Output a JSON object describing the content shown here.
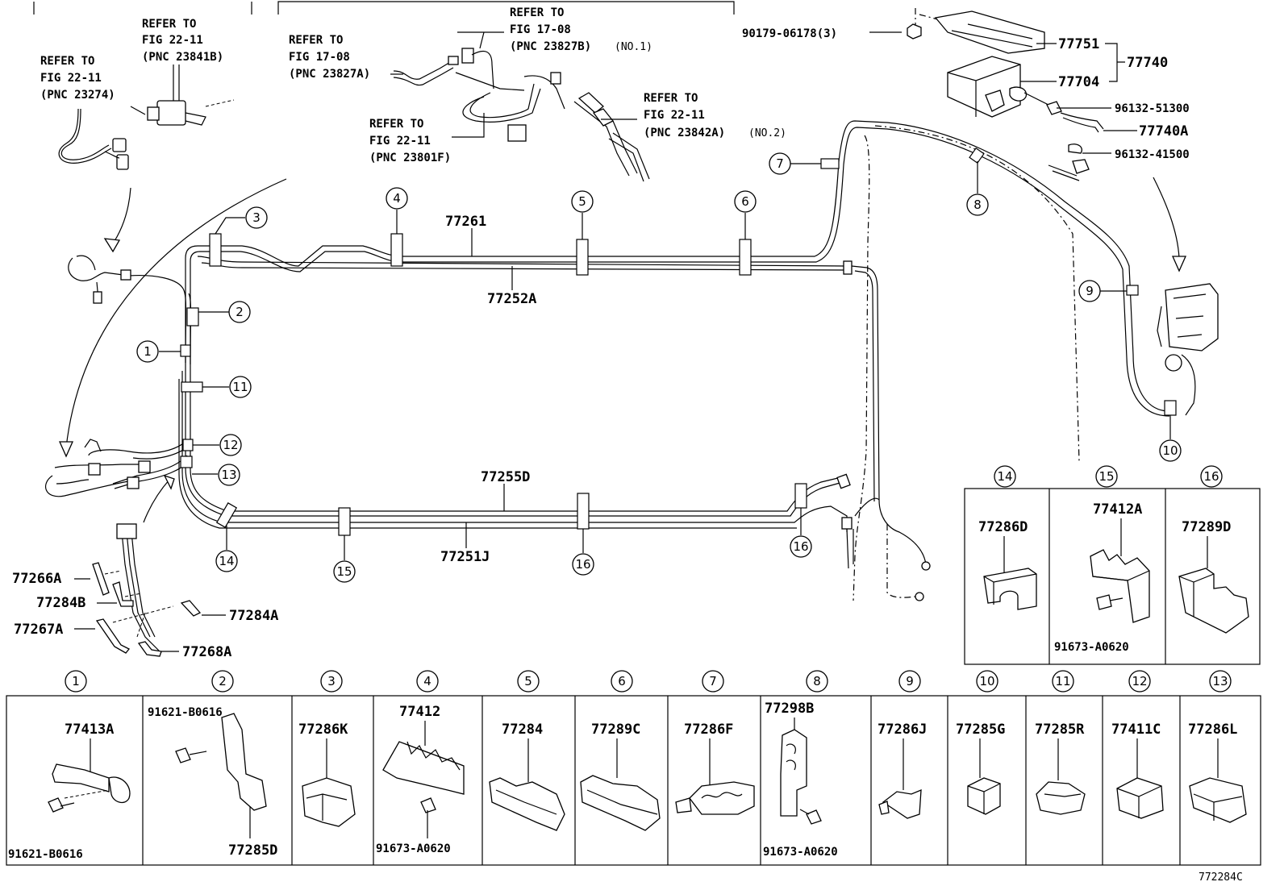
{
  "diagram_id": "772284C",
  "refer_notes": [
    {
      "id": "ref-22-11-23274",
      "lines": [
        "REFER TO",
        "FIG 22-11",
        "(PNC 23274)"
      ]
    },
    {
      "id": "ref-22-11-23841b",
      "lines": [
        "REFER TO",
        "FIG 22-11",
        "(PNC 23841B)"
      ]
    },
    {
      "id": "ref-17-08-23827a",
      "lines": [
        "REFER TO",
        "FIG 17-08",
        "(PNC 23827A)"
      ]
    },
    {
      "id": "ref-17-08-23827b",
      "lines": [
        "REFER TO",
        "FIG 17-08",
        "(PNC 23827B)"
      ],
      "suffix": "(NO.1)"
    },
    {
      "id": "ref-22-11-23801f",
      "lines": [
        "REFER TO",
        "FIG 22-11",
        "(PNC 23801F)"
      ]
    },
    {
      "id": "ref-22-11-23842a",
      "lines": [
        "REFER TO",
        "FIG 22-11",
        "(PNC 23842A)"
      ],
      "suffix": "(NO.2)"
    }
  ],
  "main_labels": {
    "p90179": "90179-06178(3)",
    "p77751": "77751",
    "p77740": "77740",
    "p77704": "77704",
    "p96132_51300": "96132-51300",
    "p77740a": "77740A",
    "p96132_41500": "96132-41500",
    "p77261": "77261",
    "p77252a": "77252A",
    "p77255d": "77255D",
    "p77251j": "77251J",
    "p77266a": "77266A",
    "p77284b": "77284B",
    "p77284a": "77284A",
    "p77267a": "77267A",
    "p77268a": "77268A"
  },
  "callouts": [
    "1",
    "2",
    "3",
    "4",
    "5",
    "6",
    "7",
    "8",
    "9",
    "10",
    "11",
    "12",
    "13",
    "14",
    "15",
    "16"
  ],
  "right_panels": [
    {
      "num": "14",
      "part": "77286D"
    },
    {
      "num": "15",
      "part": "77412A",
      "bolt": "91673-A0620"
    },
    {
      "num": "16",
      "part": "77289D"
    }
  ],
  "bottom_panels": [
    {
      "num": "1",
      "part": "77413A",
      "bolt": "91621-B0616"
    },
    {
      "num": "2",
      "part": "77285D",
      "bolt": "91621-B0616"
    },
    {
      "num": "3",
      "part": "77286K"
    },
    {
      "num": "4",
      "part": "77412",
      "bolt": "91673-A0620"
    },
    {
      "num": "5",
      "part": "77284"
    },
    {
      "num": "6",
      "part": "77289C"
    },
    {
      "num": "7",
      "part": "77286F"
    },
    {
      "num": "8",
      "part": "77298B",
      "bolt": "91673-A0620"
    },
    {
      "num": "9",
      "part": "77286J"
    },
    {
      "num": "10",
      "part": "77285G"
    },
    {
      "num": "11",
      "part": "77285R"
    },
    {
      "num": "12",
      "part": "77411C"
    },
    {
      "num": "13",
      "part": "77286L"
    }
  ]
}
